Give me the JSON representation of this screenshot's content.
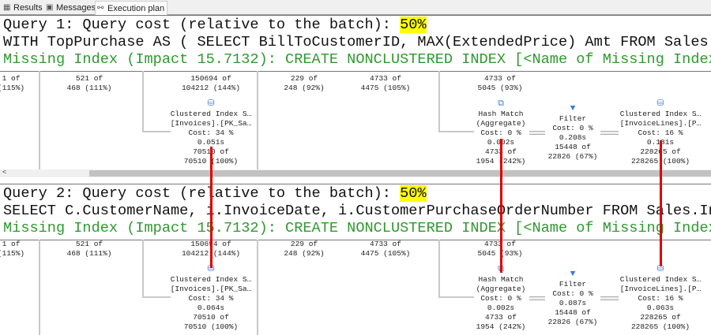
{
  "tabs": [
    {
      "label": "Results",
      "icon": "grid-icon",
      "active": false
    },
    {
      "label": "Messages",
      "icon": "messages-icon",
      "active": false
    },
    {
      "label": "Execution plan",
      "icon": "execution-plan-icon",
      "active": true
    }
  ],
  "queries": [
    {
      "title": "Query 1: Query cost (relative to the batch): ",
      "cost": "50%",
      "sql": "WITH TopPurchase AS ( SELECT BillToCustomerID, MAX(ExtendedPrice) Amt FROM Sales",
      "missing_index": "Missing Index (Impact 15.7132): CREATE NONCLUSTERED INDEX [<Name of Missing Index",
      "top_rows": [
        [
          "1 of",
          "(115%)"
        ],
        [
          "521 of",
          "468 (111%)"
        ],
        [
          "150694 of",
          "104212 (144%)"
        ],
        [
          "229 of",
          "248 (92%)"
        ],
        [
          "4733 of",
          "4475 (105%)"
        ],
        [
          "4733 of",
          "5045 (93%)"
        ]
      ],
      "nodes": [
        {
          "name": "clustered-index-seek-invoices",
          "icon": "clustered-index-icon",
          "lines": [
            "Clustered Index S…",
            "[Invoices].[PK_Sa…",
            "Cost: 34 %",
            "0.051s",
            "70510 of",
            "70510 (100%)"
          ]
        },
        {
          "name": "hash-match-aggregate",
          "icon": "hash-match-icon",
          "lines": [
            "Hash Match",
            "(Aggregate)",
            "Cost: 0 %",
            "0.002s",
            "4733 of",
            "1954 (242%)"
          ]
        },
        {
          "name": "filter",
          "icon": "filter-icon",
          "lines": [
            "Filter",
            "Cost: 0 %",
            "0.208s",
            "15448 of",
            "22826 (67%)"
          ]
        },
        {
          "name": "clustered-index-seek-invoicelines",
          "icon": "clustered-index-icon",
          "lines": [
            "Clustered Index S…",
            "[InvoiceLines].[P…",
            "Cost: 16 %",
            "0.181s",
            "228265 of",
            "228265 (100%)"
          ]
        }
      ]
    },
    {
      "title": "Query 2: Query cost (relative to the batch): ",
      "cost": "50%",
      "sql": "SELECT C.CustomerName, i.InvoiceDate, i.CustomerPurchaseOrderNumber FROM Sales.In",
      "missing_index": "Missing Index (Impact 15.7132): CREATE NONCLUSTERED INDEX [<Name of Missing Index",
      "top_rows": [
        [
          "1 of",
          "(115%)"
        ],
        [
          "521 of",
          "468 (111%)"
        ],
        [
          "150694 of",
          "104212 (144%)"
        ],
        [
          "229 of",
          "248 (92%)"
        ],
        [
          "4733 of",
          "4475 (105%)"
        ],
        [
          "4733 of",
          "5045 (93%)"
        ]
      ],
      "nodes": [
        {
          "name": "clustered-index-seek-invoices",
          "icon": "clustered-index-icon",
          "lines": [
            "Clustered Index S…",
            "[Invoices].[PK_Sa…",
            "Cost: 34 %",
            "0.064s",
            "70510 of",
            "70510 (100%)"
          ]
        },
        {
          "name": "hash-match-aggregate",
          "icon": "hash-match-icon",
          "lines": [
            "Hash Match",
            "(Aggregate)",
            "Cost: 0 %",
            "0.002s",
            "4733 of",
            "1954 (242%)"
          ]
        },
        {
          "name": "filter",
          "icon": "filter-icon",
          "lines": [
            "Filter",
            "Cost: 0 %",
            "0.087s",
            "15448 of",
            "22826 (67%)"
          ]
        },
        {
          "name": "clustered-index-seek-invoicelines",
          "icon": "clustered-index-icon",
          "lines": [
            "Clustered Index S…",
            "[InvoiceLines].[P…",
            "Cost: 16 %",
            "0.063s",
            "228265 of",
            "228265 (100%)"
          ]
        }
      ]
    }
  ],
  "colors": {
    "highlight": "#ffff00",
    "missing_index": "#2e9a2e",
    "annotation": "#e00000"
  }
}
